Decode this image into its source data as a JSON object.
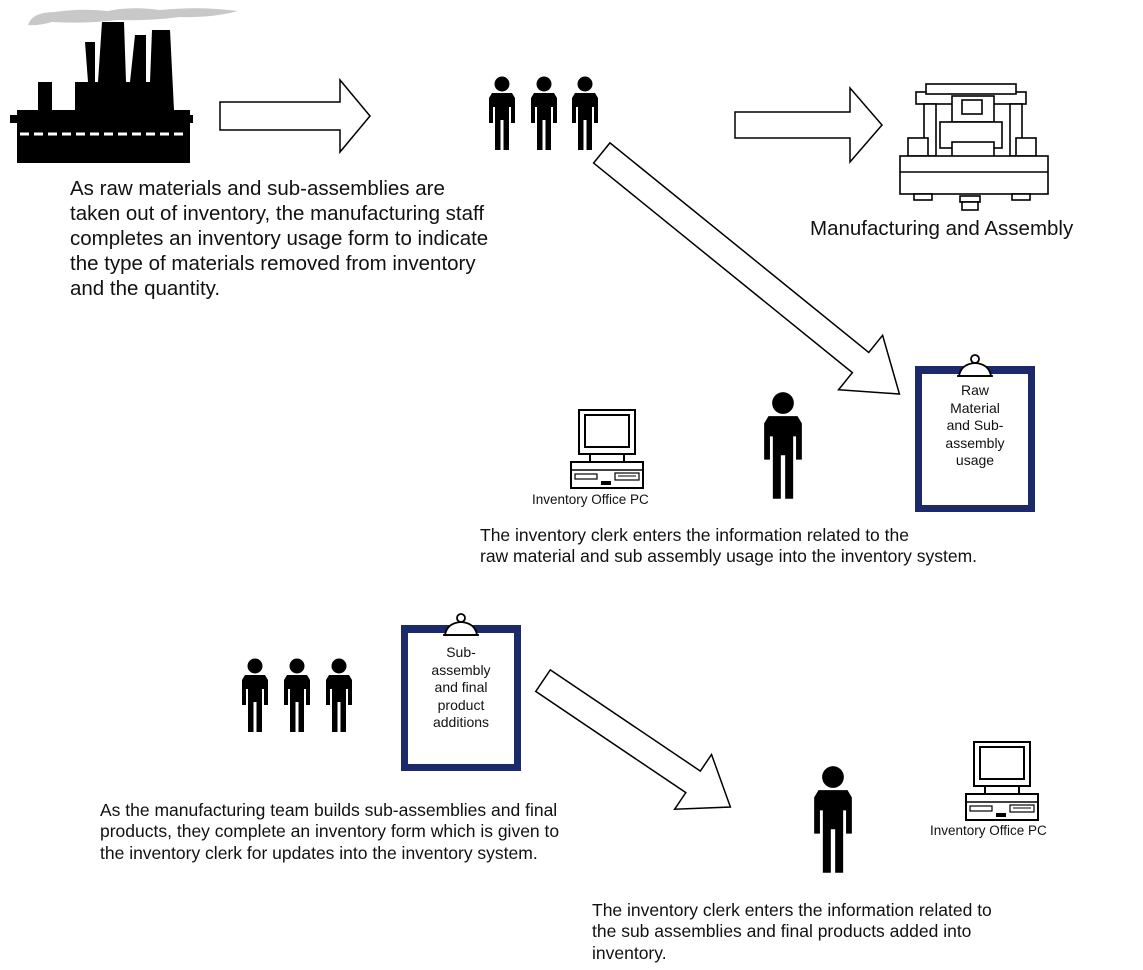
{
  "texts": {
    "raw_materials_desc": "As raw materials and sub-assemblies are\ntaken out of inventory, the manufacturing staff\ncompletes an inventory usage form to indicate\nthe type of materials removed from inventory\nand the quantity.",
    "manufacturing_label": "Manufacturing and Assembly",
    "clipboard_usage": "Raw\nMaterial\nand Sub-\nassembly\nusage",
    "pc_label_1": "Inventory Office PC",
    "clerk_desc_1": "The inventory clerk enters the information related to the\nraw material and sub assembly usage into the inventory system.",
    "clipboard_additions": "Sub-\nassembly\nand final\nproduct\nadditions",
    "team_desc": "As the manufacturing team builds sub-assemblies and final\nproducts, they complete an inventory form which is given to\nthe inventory clerk for updates into the inventory system.",
    "pc_label_2": "Inventory Office PC",
    "clerk_desc_2": "The inventory clerk enters the information related to\nthe sub assemblies and final products added into\ninventory."
  },
  "icons": [
    "factory-icon",
    "workers-icon",
    "machine-icon",
    "clipboard-icon",
    "computer-icon",
    "person-icon",
    "arrow-icon"
  ],
  "colors": {
    "clipboard_border": "#1c2a6b",
    "figure": "#000000",
    "smoke": "#c8c8c8"
  }
}
